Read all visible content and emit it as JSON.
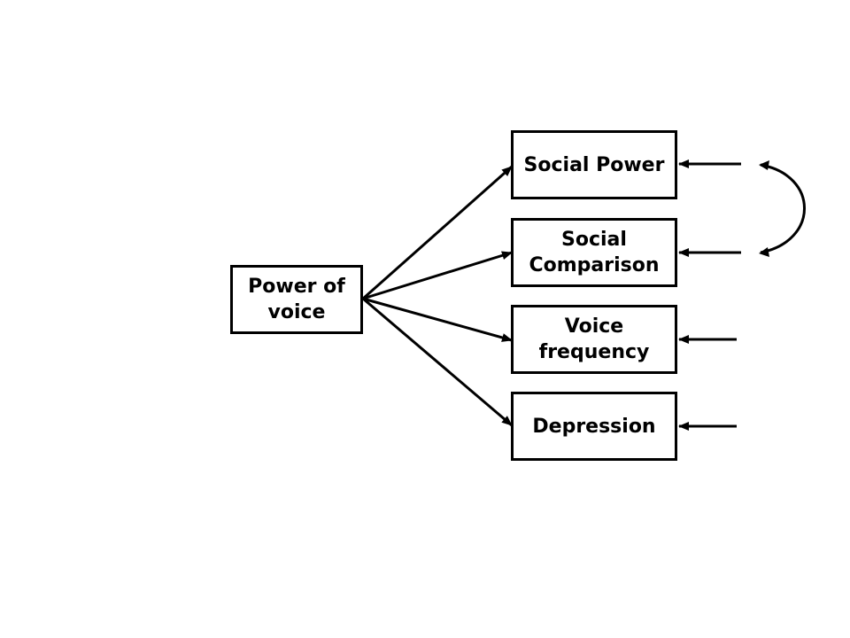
{
  "diagram": {
    "source": {
      "label": "Power of\nvoice"
    },
    "outcomes": [
      {
        "label": "Social Power"
      },
      {
        "label": "Social\nComparison"
      },
      {
        "label": "Voice\nfrequency"
      },
      {
        "label": "Depression"
      }
    ],
    "edges": [
      {
        "from": "Power of voice",
        "to": "Social Power"
      },
      {
        "from": "Power of voice",
        "to": "Social Comparison"
      },
      {
        "from": "Power of voice",
        "to": "Voice frequency"
      },
      {
        "from": "Power of voice",
        "to": "Depression"
      }
    ],
    "error_arrows": [
      "Social Power",
      "Social Comparison",
      "Voice frequency",
      "Depression"
    ],
    "covariance": {
      "between": [
        "Social Power",
        "Social Comparison"
      ]
    },
    "line_color": "#000000"
  }
}
